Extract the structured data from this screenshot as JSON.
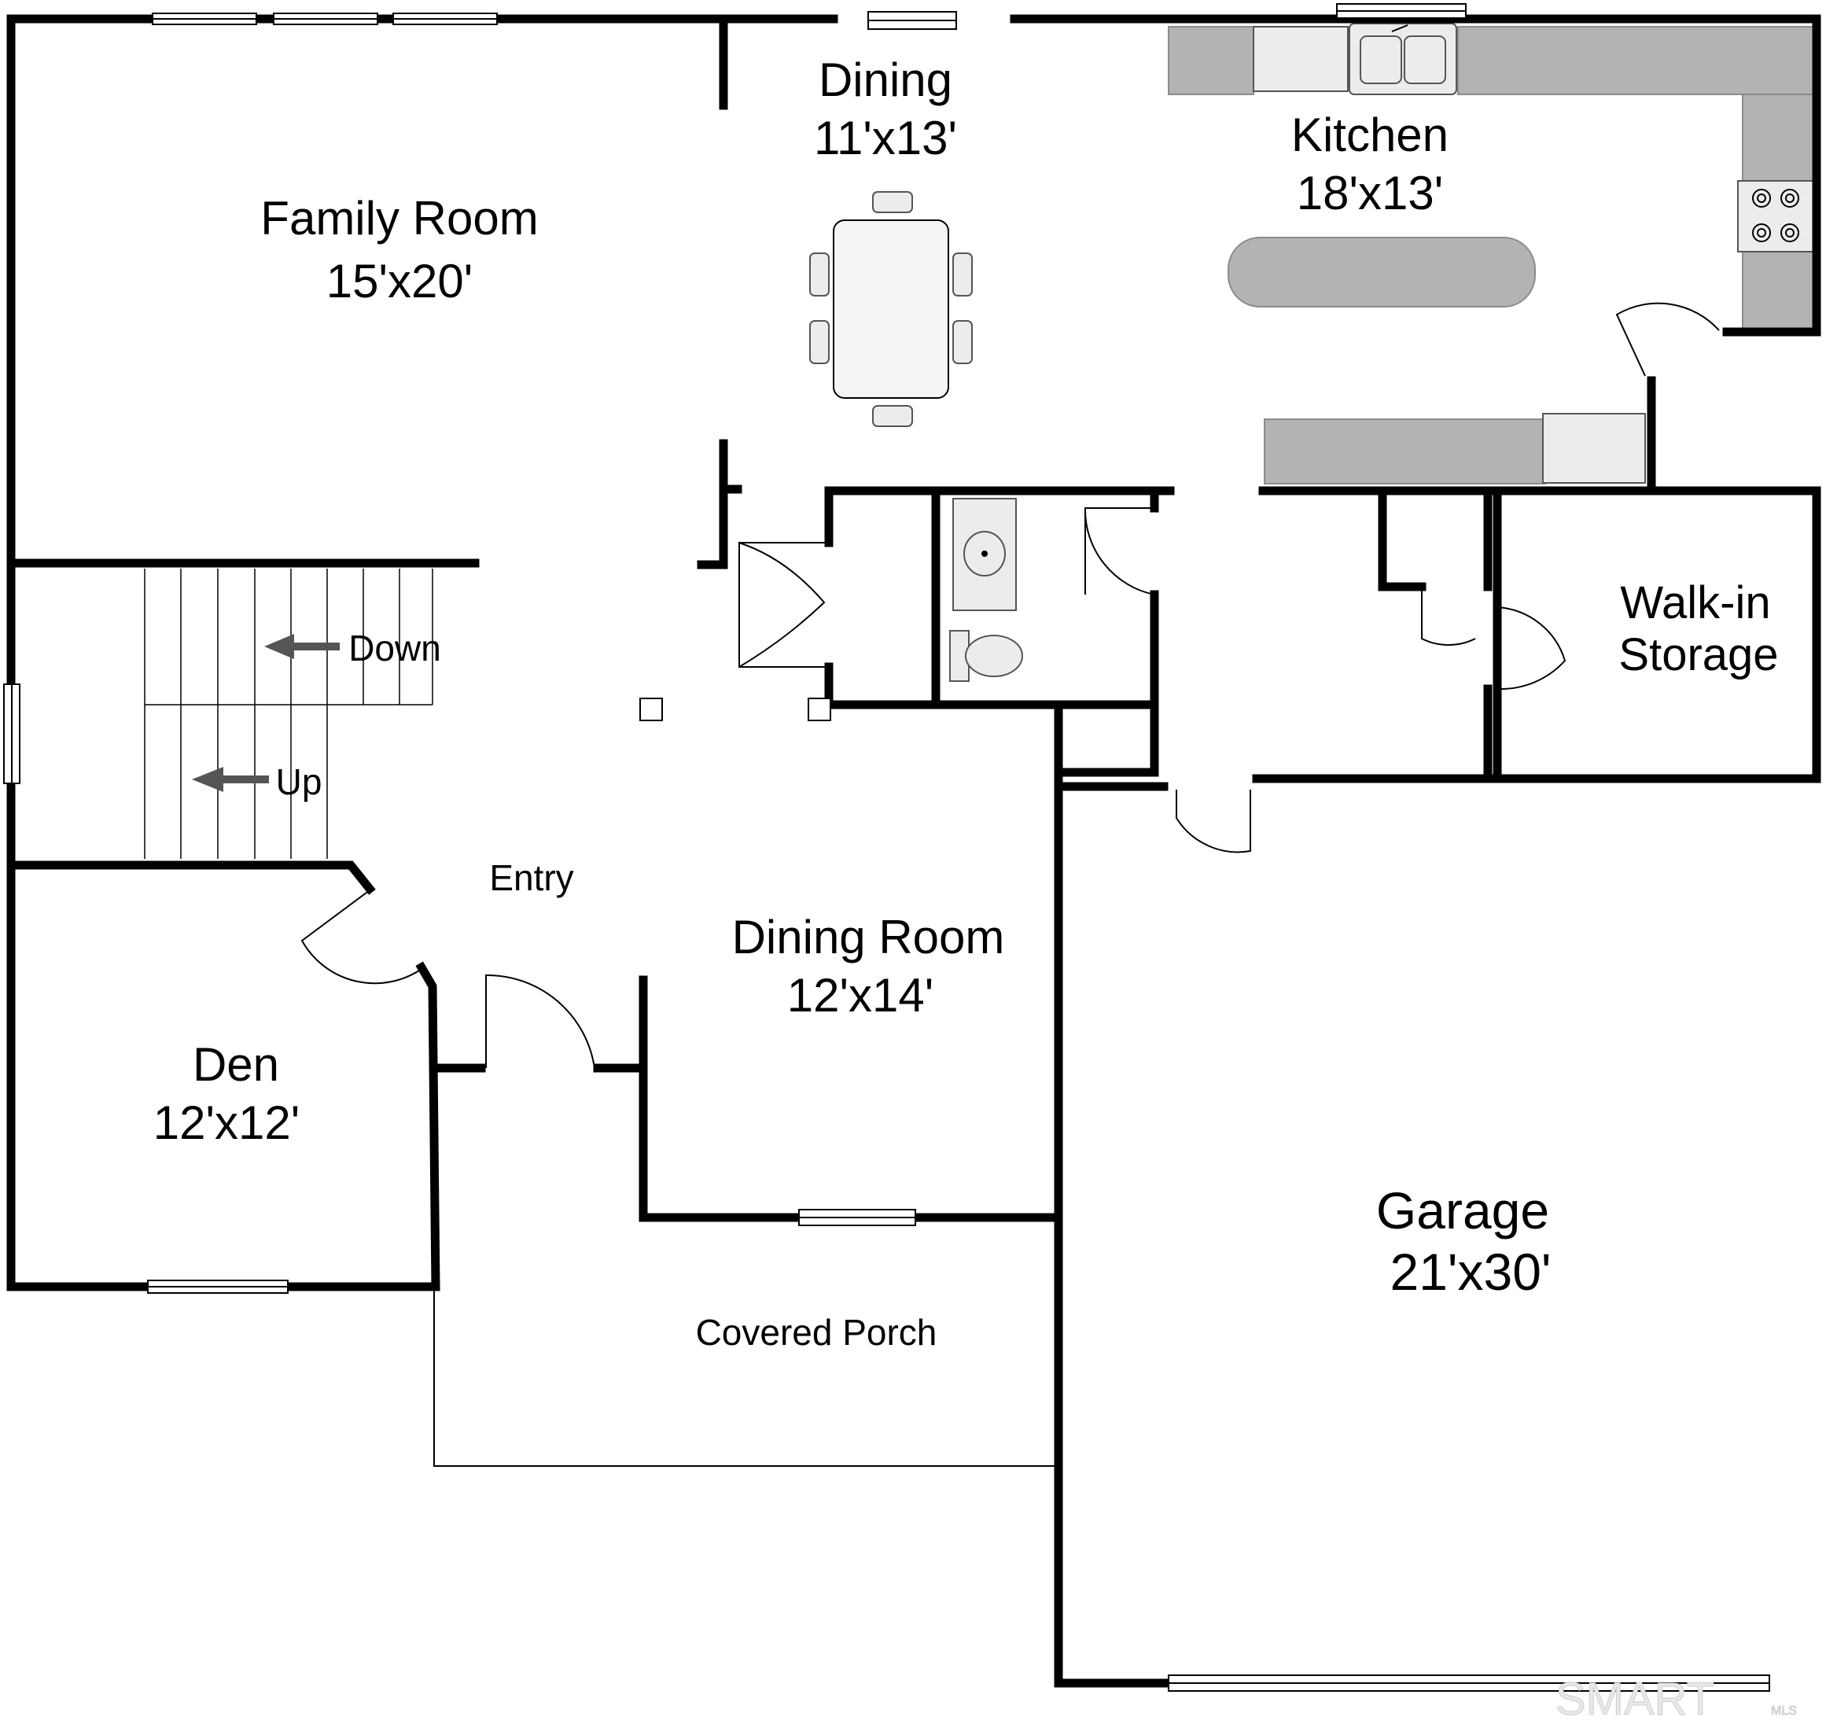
{
  "rooms": {
    "family_room": {
      "name": "Family Room",
      "size": "15'x20'"
    },
    "dining": {
      "name": "Dining",
      "size": "11'x13'"
    },
    "kitchen": {
      "name": "Kitchen",
      "size": "18'x13'"
    },
    "walk_in": {
      "name_line1": "Walk-in",
      "name_line2": "Storage"
    },
    "entry": {
      "name": "Entry"
    },
    "dining_room": {
      "name": "Dining Room",
      "size": "12'x14'"
    },
    "den": {
      "name": "Den",
      "size": "12'x12'"
    },
    "garage": {
      "name": "Garage",
      "size": "21'x30'"
    },
    "covered_porch": {
      "name": "Covered Porch"
    }
  },
  "stairs": {
    "down_label": "Down",
    "up_label": "Up"
  },
  "watermark": {
    "brand": "SMART",
    "sub": "MLS"
  },
  "icons": [
    "arrow-left-icon",
    "sink-icon",
    "toilet-icon",
    "stove-icon",
    "chair-icon",
    "door-swing-icon",
    "window-icon"
  ],
  "colors": {
    "wall": "#000000",
    "counter": "#b3b3b3",
    "fixture": "#ececec",
    "arrow": "#555555"
  }
}
